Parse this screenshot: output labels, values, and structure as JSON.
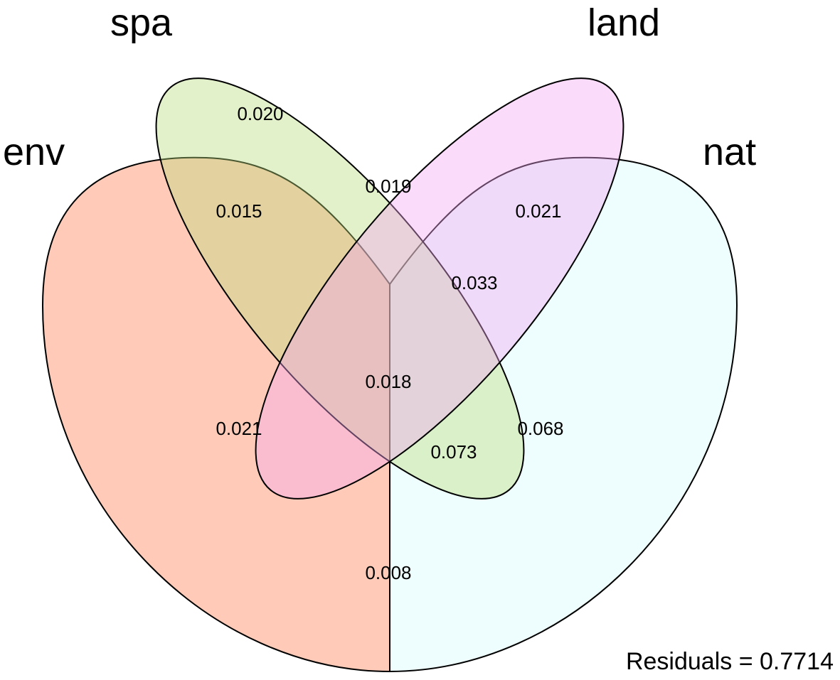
{
  "sets": [
    {
      "key": "env",
      "name": "env",
      "color": "#FF8C61"
    },
    {
      "key": "spa",
      "name": "spa",
      "color": "#B9DD7A"
    },
    {
      "key": "land",
      "name": "land",
      "color": "#F2A6F2"
    },
    {
      "key": "nat",
      "name": "nat",
      "color": "#D9FBFB"
    }
  ],
  "regions": [
    {
      "sets": [
        "spa"
      ],
      "value": "0.020"
    },
    {
      "sets": [
        "spa",
        "land"
      ],
      "value": "0.019"
    },
    {
      "sets": [
        "env",
        "spa"
      ],
      "value": "0.015"
    },
    {
      "sets": [
        "land",
        "nat"
      ],
      "value": "0.021"
    },
    {
      "sets": [
        "spa",
        "land",
        "nat"
      ],
      "value": "0.033"
    },
    {
      "sets": [
        "env",
        "spa",
        "land",
        "nat"
      ],
      "value": "0.018"
    },
    {
      "sets": [
        "env",
        "land"
      ],
      "value": "0.021"
    },
    {
      "sets": [
        "env",
        "spa",
        "nat"
      ],
      "value": "0.073"
    },
    {
      "sets": [
        "spa",
        "nat"
      ],
      "value": "0.068"
    },
    {
      "sets": [
        "env",
        "nat"
      ],
      "value": "0.008"
    }
  ],
  "residuals": "Residuals = 0.7714"
}
